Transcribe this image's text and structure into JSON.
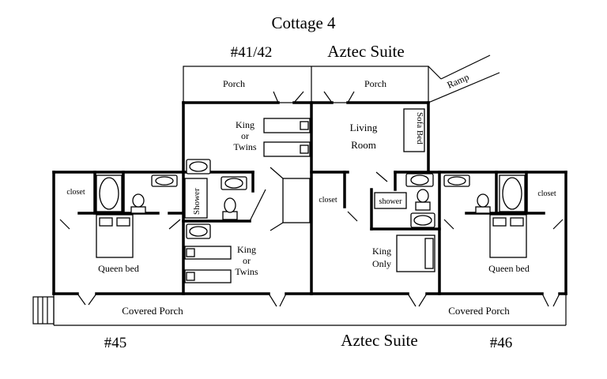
{
  "title": "Cottage 4",
  "units": {
    "top_left_number": "#41/42",
    "top_right_name": "Aztec Suite",
    "bottom_left_number": "#45",
    "bottom_center_name": "Aztec Suite",
    "bottom_right_number": "#46"
  },
  "labels": {
    "porch_left": "Porch",
    "porch_right": "Porch",
    "ramp": "Ramp",
    "king_twins_1a": "King",
    "king_twins_1b": "or",
    "king_twins_1c": "Twins",
    "king_twins_2a": "King",
    "king_twins_2b": "or",
    "king_twins_2c": "Twins",
    "shower_center": "Shower",
    "living_1": "Living",
    "living_2": "Room",
    "sofa_bed": "Sofa Bed",
    "closet_left": "closet",
    "closet_center": "closet",
    "closet_right": "closet",
    "shower_right": "shower",
    "king_only_1": "King",
    "king_only_2": "Only",
    "queen_left": "Queen bed",
    "queen_right": "Queen bed",
    "covered_porch_left": "Covered Porch",
    "covered_porch_right": "Covered Porch"
  }
}
